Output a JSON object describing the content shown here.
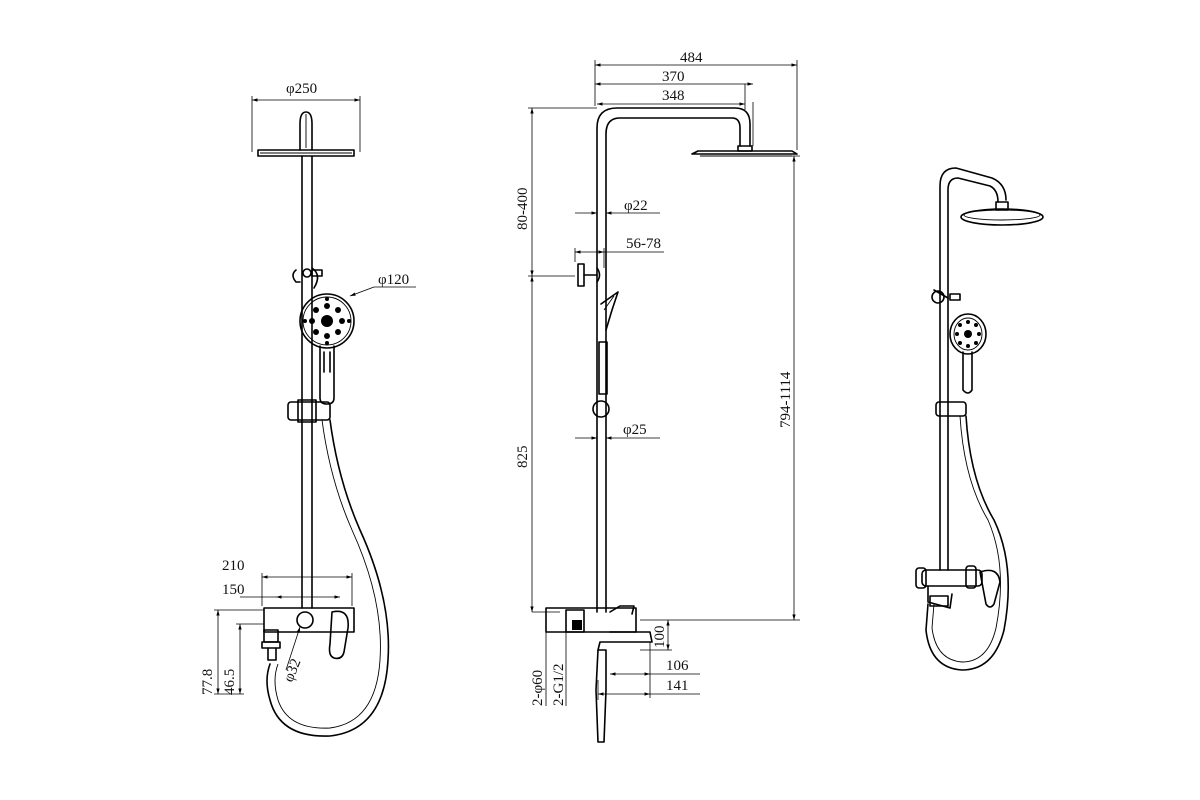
{
  "front_view": {
    "head_diameter": "φ250",
    "hand_shower_diameter": "φ120",
    "mixer_width_outer": "210",
    "mixer_width_inner": "150",
    "mixer_height_1": "77.8",
    "mixer_height_2": "46.5",
    "mixer_body_diameter": "φ32"
  },
  "side_view": {
    "overall_reach": "484",
    "arm_reach_outer": "370",
    "arm_reach_inner": "348",
    "height_adjust_range": "80-400",
    "column_upper_diameter": "φ22",
    "bracket_adjust": "56-78",
    "column_lower_diameter": "φ25",
    "column_height": "825",
    "head_to_mixer_range": "794-1114",
    "mixer_to_spout_height": "100",
    "spout_depth_1": "106",
    "spout_depth_2": "141",
    "escutcheon_diameter": "2-φ60",
    "thread_size": "2-G1/2"
  }
}
